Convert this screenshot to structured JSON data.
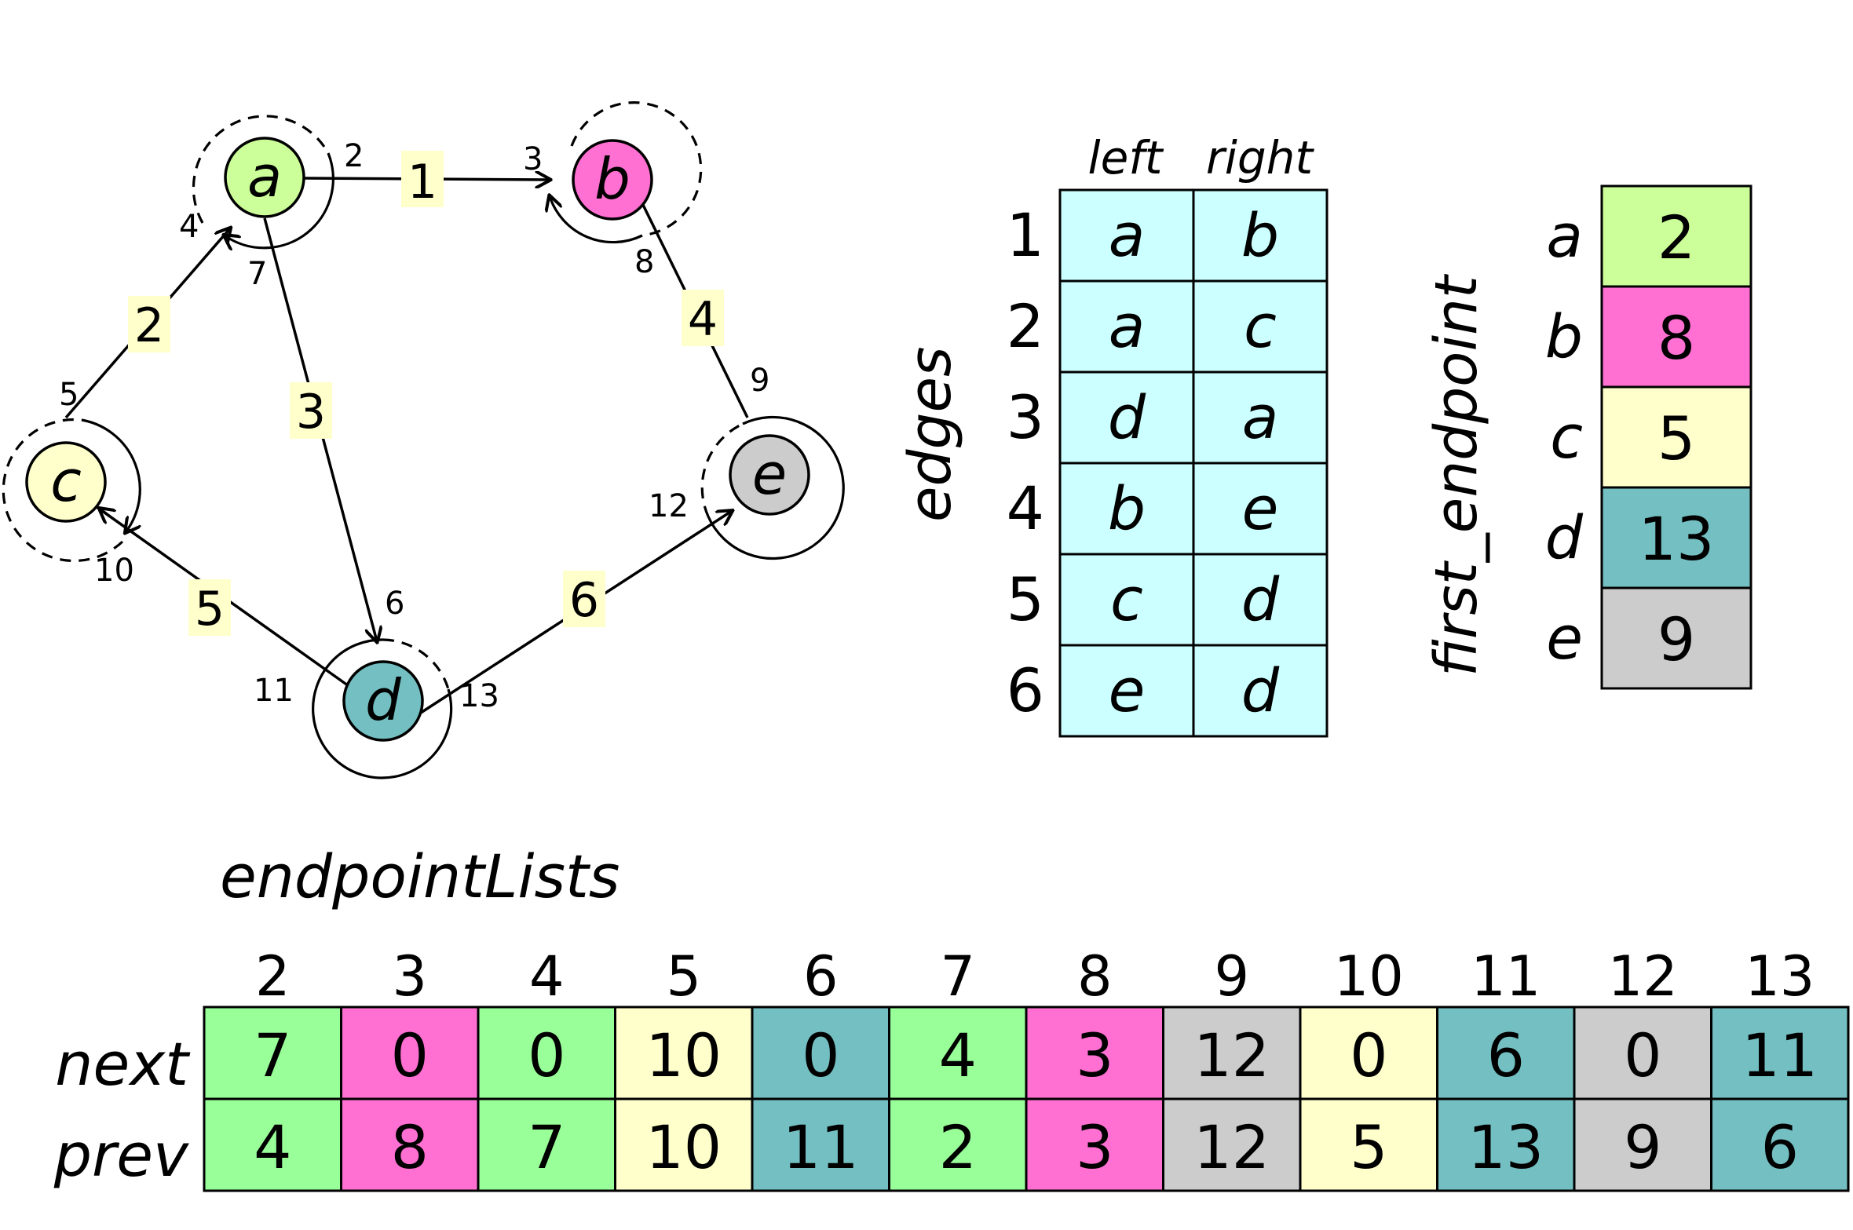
{
  "graph": {
    "vertices": [
      {
        "id": "a",
        "label": "a",
        "color": "#ccff99"
      },
      {
        "id": "b",
        "label": "b",
        "color": "#ff70d2"
      },
      {
        "id": "c",
        "label": "c",
        "color": "#ffffcc"
      },
      {
        "id": "d",
        "label": "d",
        "color": "#73bfc2"
      },
      {
        "id": "e",
        "label": "e",
        "color": "#cccccc"
      }
    ],
    "edges": [
      {
        "label": "1",
        "from": "a",
        "to": "b"
      },
      {
        "label": "2",
        "from": "a",
        "to": "c"
      },
      {
        "label": "3",
        "from": "d",
        "to": "a"
      },
      {
        "label": "4",
        "from": "b",
        "to": "e"
      },
      {
        "label": "5",
        "from": "c",
        "to": "d"
      },
      {
        "label": "6",
        "from": "e",
        "to": "d"
      }
    ],
    "edge_label_bg": "#ffffcc",
    "endpoint_labels": [
      "2",
      "3",
      "4",
      "5",
      "6",
      "7",
      "8",
      "9",
      "10",
      "11",
      "12",
      "13"
    ]
  },
  "edges_table": {
    "title": "edges",
    "columns": [
      "left",
      "right"
    ],
    "row_labels": [
      "1",
      "2",
      "3",
      "4",
      "5",
      "6"
    ],
    "rows": [
      [
        "a",
        "b"
      ],
      [
        "a",
        "c"
      ],
      [
        "d",
        "a"
      ],
      [
        "b",
        "e"
      ],
      [
        "c",
        "d"
      ],
      [
        "e",
        "d"
      ]
    ],
    "cell_color": "#ccffff"
  },
  "first_endpoint": {
    "title": "first_endpoint",
    "row_labels": [
      "a",
      "b",
      "c",
      "d",
      "e"
    ],
    "values": [
      "2",
      "8",
      "5",
      "13",
      "9"
    ],
    "colors": [
      "#ccff99",
      "#ff70d2",
      "#ffffcc",
      "#73bfc2",
      "#cccccc"
    ]
  },
  "endpoint_lists": {
    "title": "endpointLists",
    "columns": [
      "2",
      "3",
      "4",
      "5",
      "6",
      "7",
      "8",
      "9",
      "10",
      "11",
      "12",
      "13"
    ],
    "row_labels": [
      "next",
      "prev"
    ],
    "next": [
      "7",
      "0",
      "0",
      "10",
      "0",
      "4",
      "3",
      "12",
      "0",
      "6",
      "0",
      "11"
    ],
    "prev": [
      "4",
      "8",
      "7",
      "10",
      "11",
      "2",
      "3",
      "12",
      "5",
      "13",
      "9",
      "6"
    ],
    "colors": [
      "#99ff99",
      "#ff70d2",
      "#99ff99",
      "#ffffcc",
      "#73bfc2",
      "#99ff99",
      "#ff70d2",
      "#cccccc",
      "#ffffcc",
      "#73bfc2",
      "#cccccc",
      "#73bfc2"
    ]
  }
}
